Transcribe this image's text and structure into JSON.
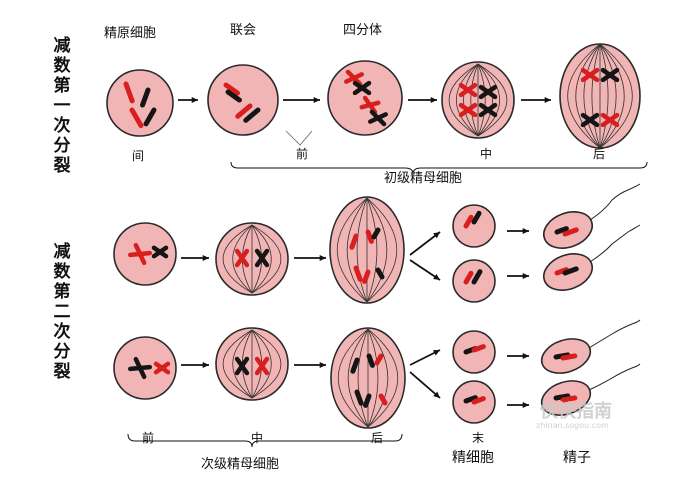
{
  "meiosis1": {
    "side_label": "减数第一次分裂",
    "stage_labels": {
      "spermatogonium": "精原细胞",
      "synapsis": "联会",
      "tetrad": "四分体",
      "interphase": "间",
      "prophase": "前",
      "metaphase": "中",
      "anaphase": "后"
    },
    "group_label": "初级精母细胞"
  },
  "meiosis2": {
    "side_label": "减数第二次分裂",
    "stage_labels": {
      "prophase": "前",
      "metaphase": "中",
      "anaphase": "后",
      "telophase": "末"
    },
    "group_label": "次级精母细胞",
    "spermatid_label": "精细胞",
    "sperm_label": "精子"
  },
  "watermark": {
    "brand": "快快指南",
    "url": "zhinan.sogou.com"
  },
  "colors": {
    "cell_fill": "#f2b5b5",
    "cell_stroke": "#2a2a2a",
    "chromosome_red": "#d81e1e",
    "chromosome_black": "#151515"
  }
}
